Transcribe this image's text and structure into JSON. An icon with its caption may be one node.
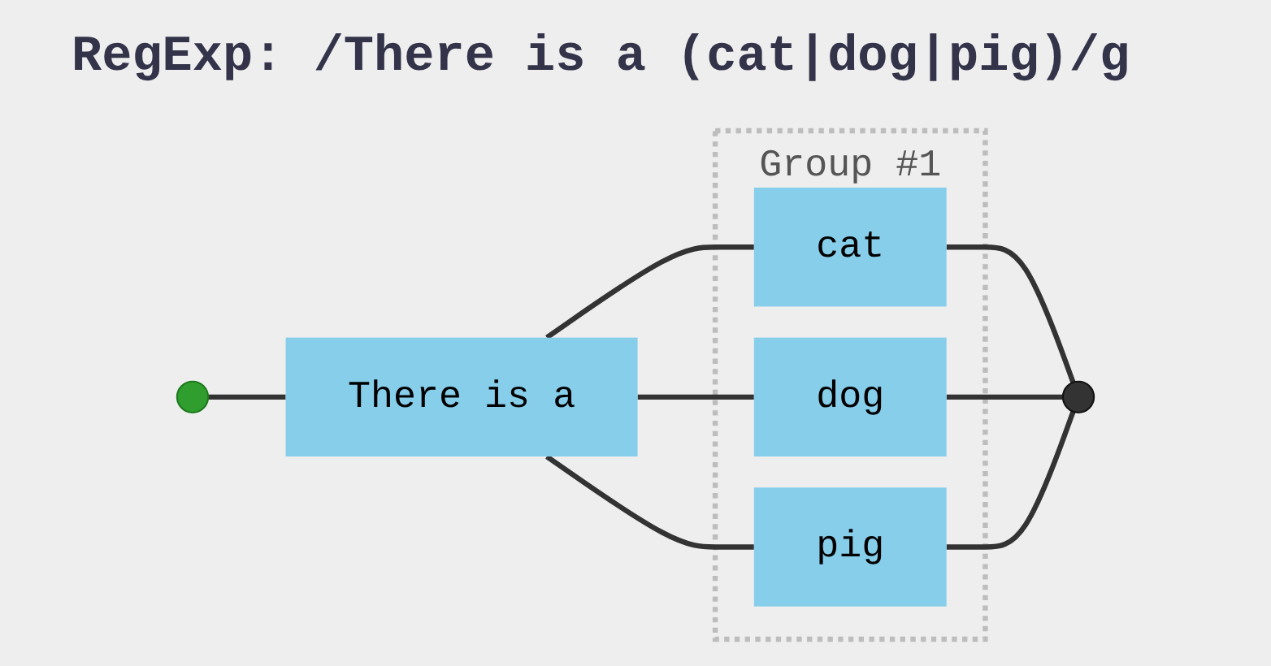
{
  "diagram": {
    "title": "RegExp: /There is a (cat|dog|pig)/g",
    "nodes": [
      {
        "text": [],
        "shape": "circle"
      },
      {
        "text": [
          "There is a"
        ]
      },
      {
        "text": [
          "Group #1"
        ]
      },
      {
        "text": [
          "cat"
        ],
        "in": 2
      },
      {
        "text": [
          "dog"
        ],
        "in": 2
      },
      {
        "text": [
          "pig"
        ],
        "in": 2
      },
      {
        "text": [],
        "shape": "circle"
      }
    ],
    "edges": [
      {
        "from": 0,
        "to": 1,
        "arrow": "none"
      },
      {
        "from": 1,
        "to": 3,
        "arrow": "none"
      },
      {
        "from": 1,
        "to": 4,
        "arrow": "none"
      },
      {
        "from": 1,
        "to": 5,
        "arrow": "none"
      },
      {
        "from": 3,
        "to": 6,
        "arrow": "none"
      },
      {
        "from": 4,
        "to": 6,
        "arrow": "none"
      },
      {
        "from": 5,
        "to": 6,
        "arrow": "none"
      }
    ]
  }
}
